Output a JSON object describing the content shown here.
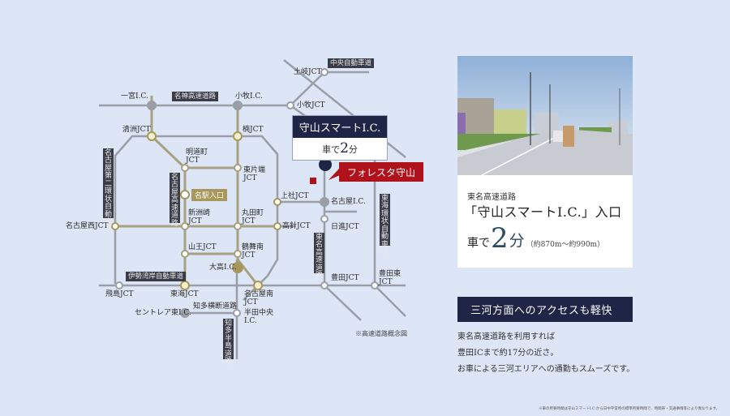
{
  "map": {
    "note": "※高速道路概念図",
    "roads": {
      "meishin": "名神高速道路",
      "chuo": "中央自動車道",
      "nagoya_ring2": "名古屋第二環状自動車道",
      "nagoya_expressway": "名古屋高速道路",
      "tomei": "東名高速道路",
      "tokai_ring": "東海環状自動車道",
      "isewangan": "伊勢湾岸自動車道",
      "chita_odan": "知多横断道路",
      "chita_hanto": "知多半島道路"
    },
    "labels": {
      "ichinomiya_ic": "一宮I.C.",
      "komaki_ic": "小牧I.C.",
      "toki_jct": "土岐JCT",
      "komaki_jct": "小牧JCT",
      "kiyosu_jct": "清洲JCT",
      "kusu_jct": "楠JCT",
      "myodocho_jct": "明道町\nJCT",
      "higashikataha_jct": "東片端\nJCT",
      "meieki_iriguchi": "名駅入口",
      "shinsu_jct": "新洲崎\nJCT",
      "marutamachi_jct": "丸田町\nJCT",
      "kamiyashiro_jct": "上社JCT",
      "nagoya_ic": "名古屋I.C.",
      "nagoya_nishi_jct": "名古屋西JCT",
      "takabari_jct": "高針JCT",
      "nisshin_jct": "日進JCT",
      "sanno_jct": "山王JCT",
      "tsurumaiminami_jct": "鶴舞南\nJCT",
      "odaka_ic": "大高I.C.",
      "toyota_jct": "豊田JCT",
      "toyota_higashi_jct": "豊田東\nJCT",
      "tobishima_jct": "飛島JCT",
      "tokai_jct": "東海JCT",
      "nagoya_minami_jct": "名古屋南\nJCT",
      "centrair_higashi_ic": "セントレア東I.C.",
      "handa_chuo_ic": "半田中央\nI.C."
    },
    "moriyama_box": {
      "title": "守山スマートI.C.",
      "time_prefix": "車で",
      "time_num": "2",
      "time_unit": "分"
    },
    "property_label": "フォレスタ守山"
  },
  "card": {
    "subtitle": "東名高速道路",
    "title": "「守山スマートI.C.」入口",
    "time_prefix": "車で",
    "time_num": "2",
    "time_unit": "分",
    "distance": "（約870m～約990m）"
  },
  "banner": "三河方面へのアクセスも軽快",
  "description": [
    "東名高速道路を利用すれば",
    "豊田ICまで約17分の近さ。",
    "お車による三河エリアへの通勤もスムーズです。"
  ],
  "footnote": "※車の所要時間は守山スマートI.C.から日中平常時の標準所要時間で、時間帯・交通事情等により異なります。",
  "colors": {
    "background": "#dde6f6",
    "navy": "#1f2546",
    "red": "#b0121b",
    "gold_line": "#a8a080",
    "gray_line": "#9a9ea6"
  }
}
